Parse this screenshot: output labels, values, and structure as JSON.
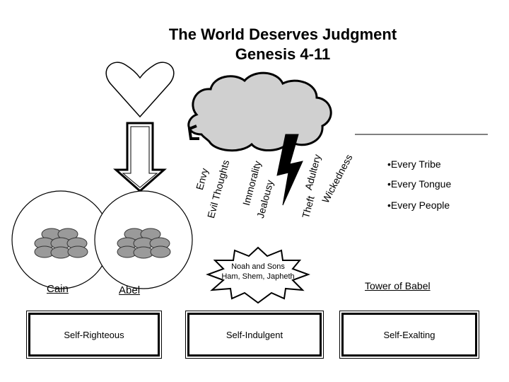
{
  "title": {
    "line1": "The World Deserves Judgment",
    "line2": "Genesis 4-11"
  },
  "people": {
    "cain": "Cain",
    "abel": "Abel"
  },
  "sins": {
    "envy": "Envy",
    "evil_thoughts": "Evil Thoughts",
    "immorality": "Immorality",
    "jealousy": "Jealousy",
    "theft": "Theft",
    "adultery": "Adultery",
    "wickedness": "Wickedness"
  },
  "flood": {
    "line1": "Noah and Sons",
    "line2": "Ham, Shem, Japheth"
  },
  "nations": {
    "items": [
      "•Every Tribe",
      "•Every Tongue",
      "•Every People"
    ]
  },
  "tower": "Tower of Babel",
  "boxes": {
    "left": "Self-Righteous",
    "middle": "Self-Indulgent",
    "right": "Self-Exalting"
  }
}
